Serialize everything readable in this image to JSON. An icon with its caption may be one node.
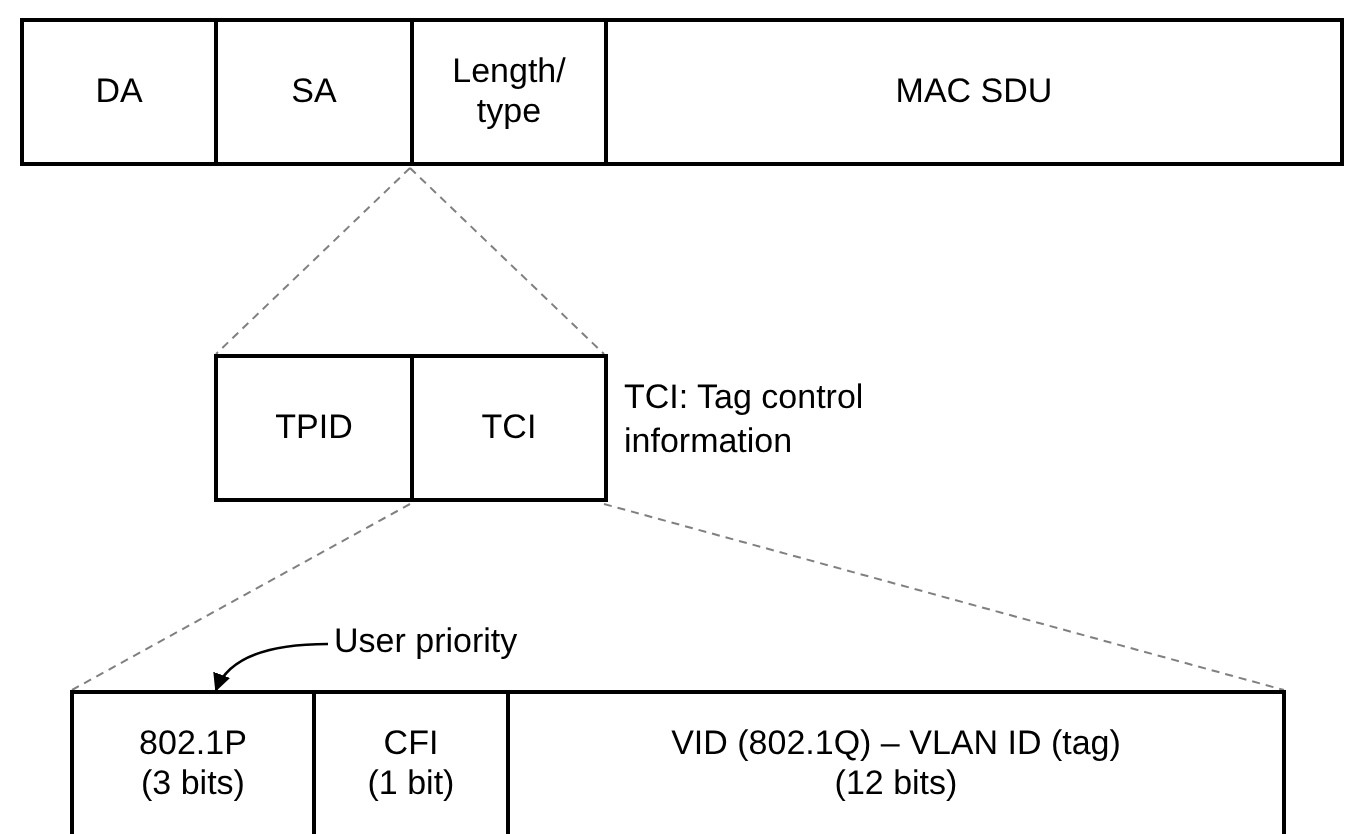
{
  "diagram": {
    "nodes": [
      {
        "text": [
          "DA"
        ]
      },
      {
        "text": [
          "SA"
        ]
      },
      {
        "text": [
          "Length/ type"
        ]
      },
      {
        "text": [
          "MAC SDU"
        ]
      },
      {
        "text": [
          "TPID"
        ]
      },
      {
        "text": [
          "TCI"
        ],
        "beside": [
          "TCI: Tag control information"
        ]
      },
      {
        "text": [
          "802.1P (3 bits)"
        ]
      },
      {
        "text": [
          "CFI (1 bit)"
        ]
      },
      {
        "text": [
          "VID (802.1Q) – VLAN ID (tag) (12 bits)"
        ]
      },
      {
        "text": [
          "User priority"
        ]
      }
    ],
    "edges": [
      {
        "from": 2,
        "to": 4,
        "arrow": "none",
        "style": "dashed"
      },
      {
        "from": 2,
        "to": 5,
        "arrow": "none",
        "style": "dashed"
      },
      {
        "from": 5,
        "to": 6,
        "arrow": "none",
        "style": "dashed"
      },
      {
        "from": 5,
        "to": 8,
        "arrow": "none",
        "style": "dashed"
      },
      {
        "from": 9,
        "to": 6,
        "arrow": "to",
        "color": "#000000"
      }
    ]
  }
}
